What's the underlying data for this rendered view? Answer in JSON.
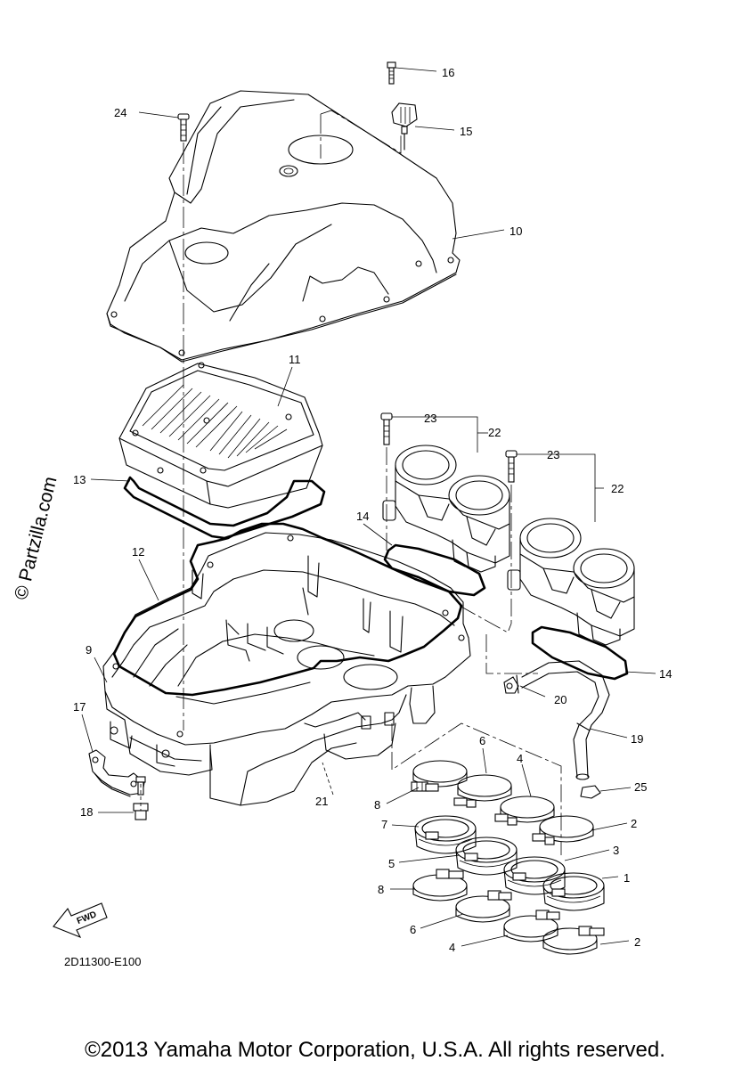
{
  "watermark": "© Partzilla.com",
  "diagram_code": "2D11300-E100",
  "copyright": "©2013 Yamaha Motor Corporation, U.S.A. All rights reserved.",
  "fwd_label": "FWD",
  "callouts": {
    "c16": "16",
    "c15": "15",
    "c24": "24",
    "c10": "10",
    "c11": "11",
    "c23a": "23",
    "c22a": "22",
    "c23b": "23",
    "c22b": "22",
    "c13": "13",
    "c14a": "14",
    "c12": "12",
    "c14b": "14",
    "c9": "9",
    "c20": "20",
    "c17": "17",
    "c19": "19",
    "c6a": "6",
    "c4a": "4",
    "c25": "25",
    "c8a": "8",
    "c21": "21",
    "c18": "18",
    "c7": "7",
    "c2a": "2",
    "c3": "3",
    "c5": "5",
    "c1": "1",
    "c8b": "8",
    "c6b": "6",
    "c4b": "4",
    "c2b": "2"
  }
}
